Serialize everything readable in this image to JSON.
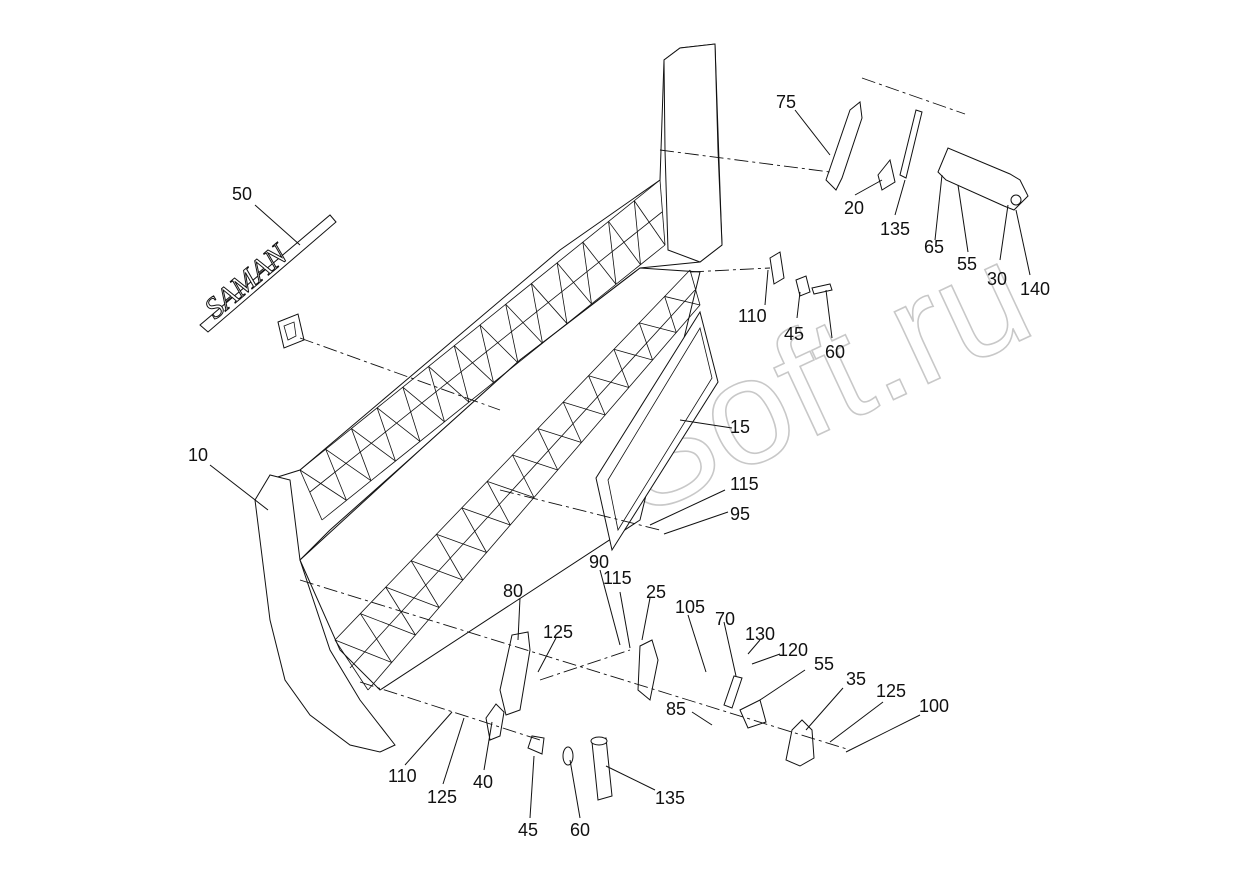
{
  "watermark": "AutoSoft.ru",
  "emblem_text": "SAMAN",
  "labels": {
    "l50": "50",
    "l75": "75",
    "l20": "20",
    "l135a": "135",
    "l65": "65",
    "l55a": "55",
    "l30": "30",
    "l140": "140",
    "l110a": "110",
    "l45a": "45",
    "l60a": "60",
    "l15": "15",
    "l10": "10",
    "l115a": "115",
    "l95": "95",
    "l90": "90",
    "l115b": "115",
    "l25": "25",
    "l105": "105",
    "l70": "70",
    "l130": "130",
    "l120": "120",
    "l55b": "55",
    "l80": "80",
    "l125a": "125",
    "l85": "85",
    "l35": "35",
    "l125b": "125",
    "l100": "100",
    "l110b": "110",
    "l125c": "125",
    "l40": "40",
    "l45b": "45",
    "l60b": "60",
    "l135b": "135"
  }
}
